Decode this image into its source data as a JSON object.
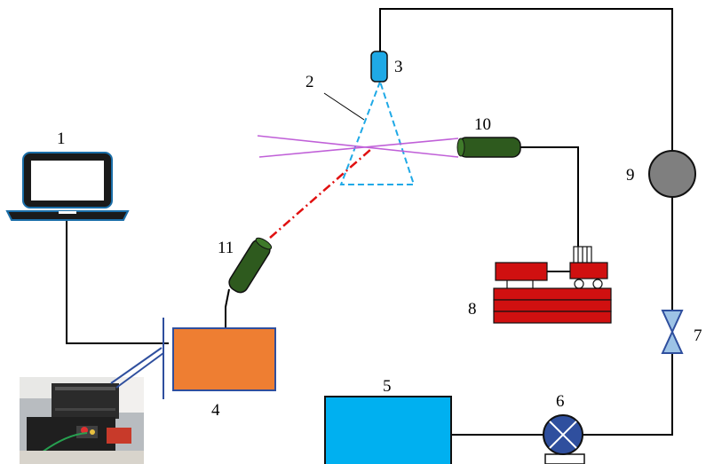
{
  "labels": {
    "computer": "1",
    "spray_cone": "2",
    "nozzle": "3",
    "controller": "4",
    "tank": "5",
    "pump": "6",
    "valve": "7",
    "rail": "8",
    "gauge": "9",
    "receiver": "10",
    "transmitter": "11"
  },
  "colors": {
    "line": "#000000",
    "nozzle": "#1fa9e6",
    "spray": "#1fa9e6",
    "laser_beams": "#c060d8",
    "laser_dot": "#e01010",
    "probe": "#2e5a1e",
    "controller": "#ee7e32",
    "tank": "#00b0f0",
    "pump": "#2f4f9e",
    "valve": "#9dc3e6",
    "gauge": "#7f7f7f",
    "rail": "#d01010",
    "laptop": "#1a6ea8"
  }
}
